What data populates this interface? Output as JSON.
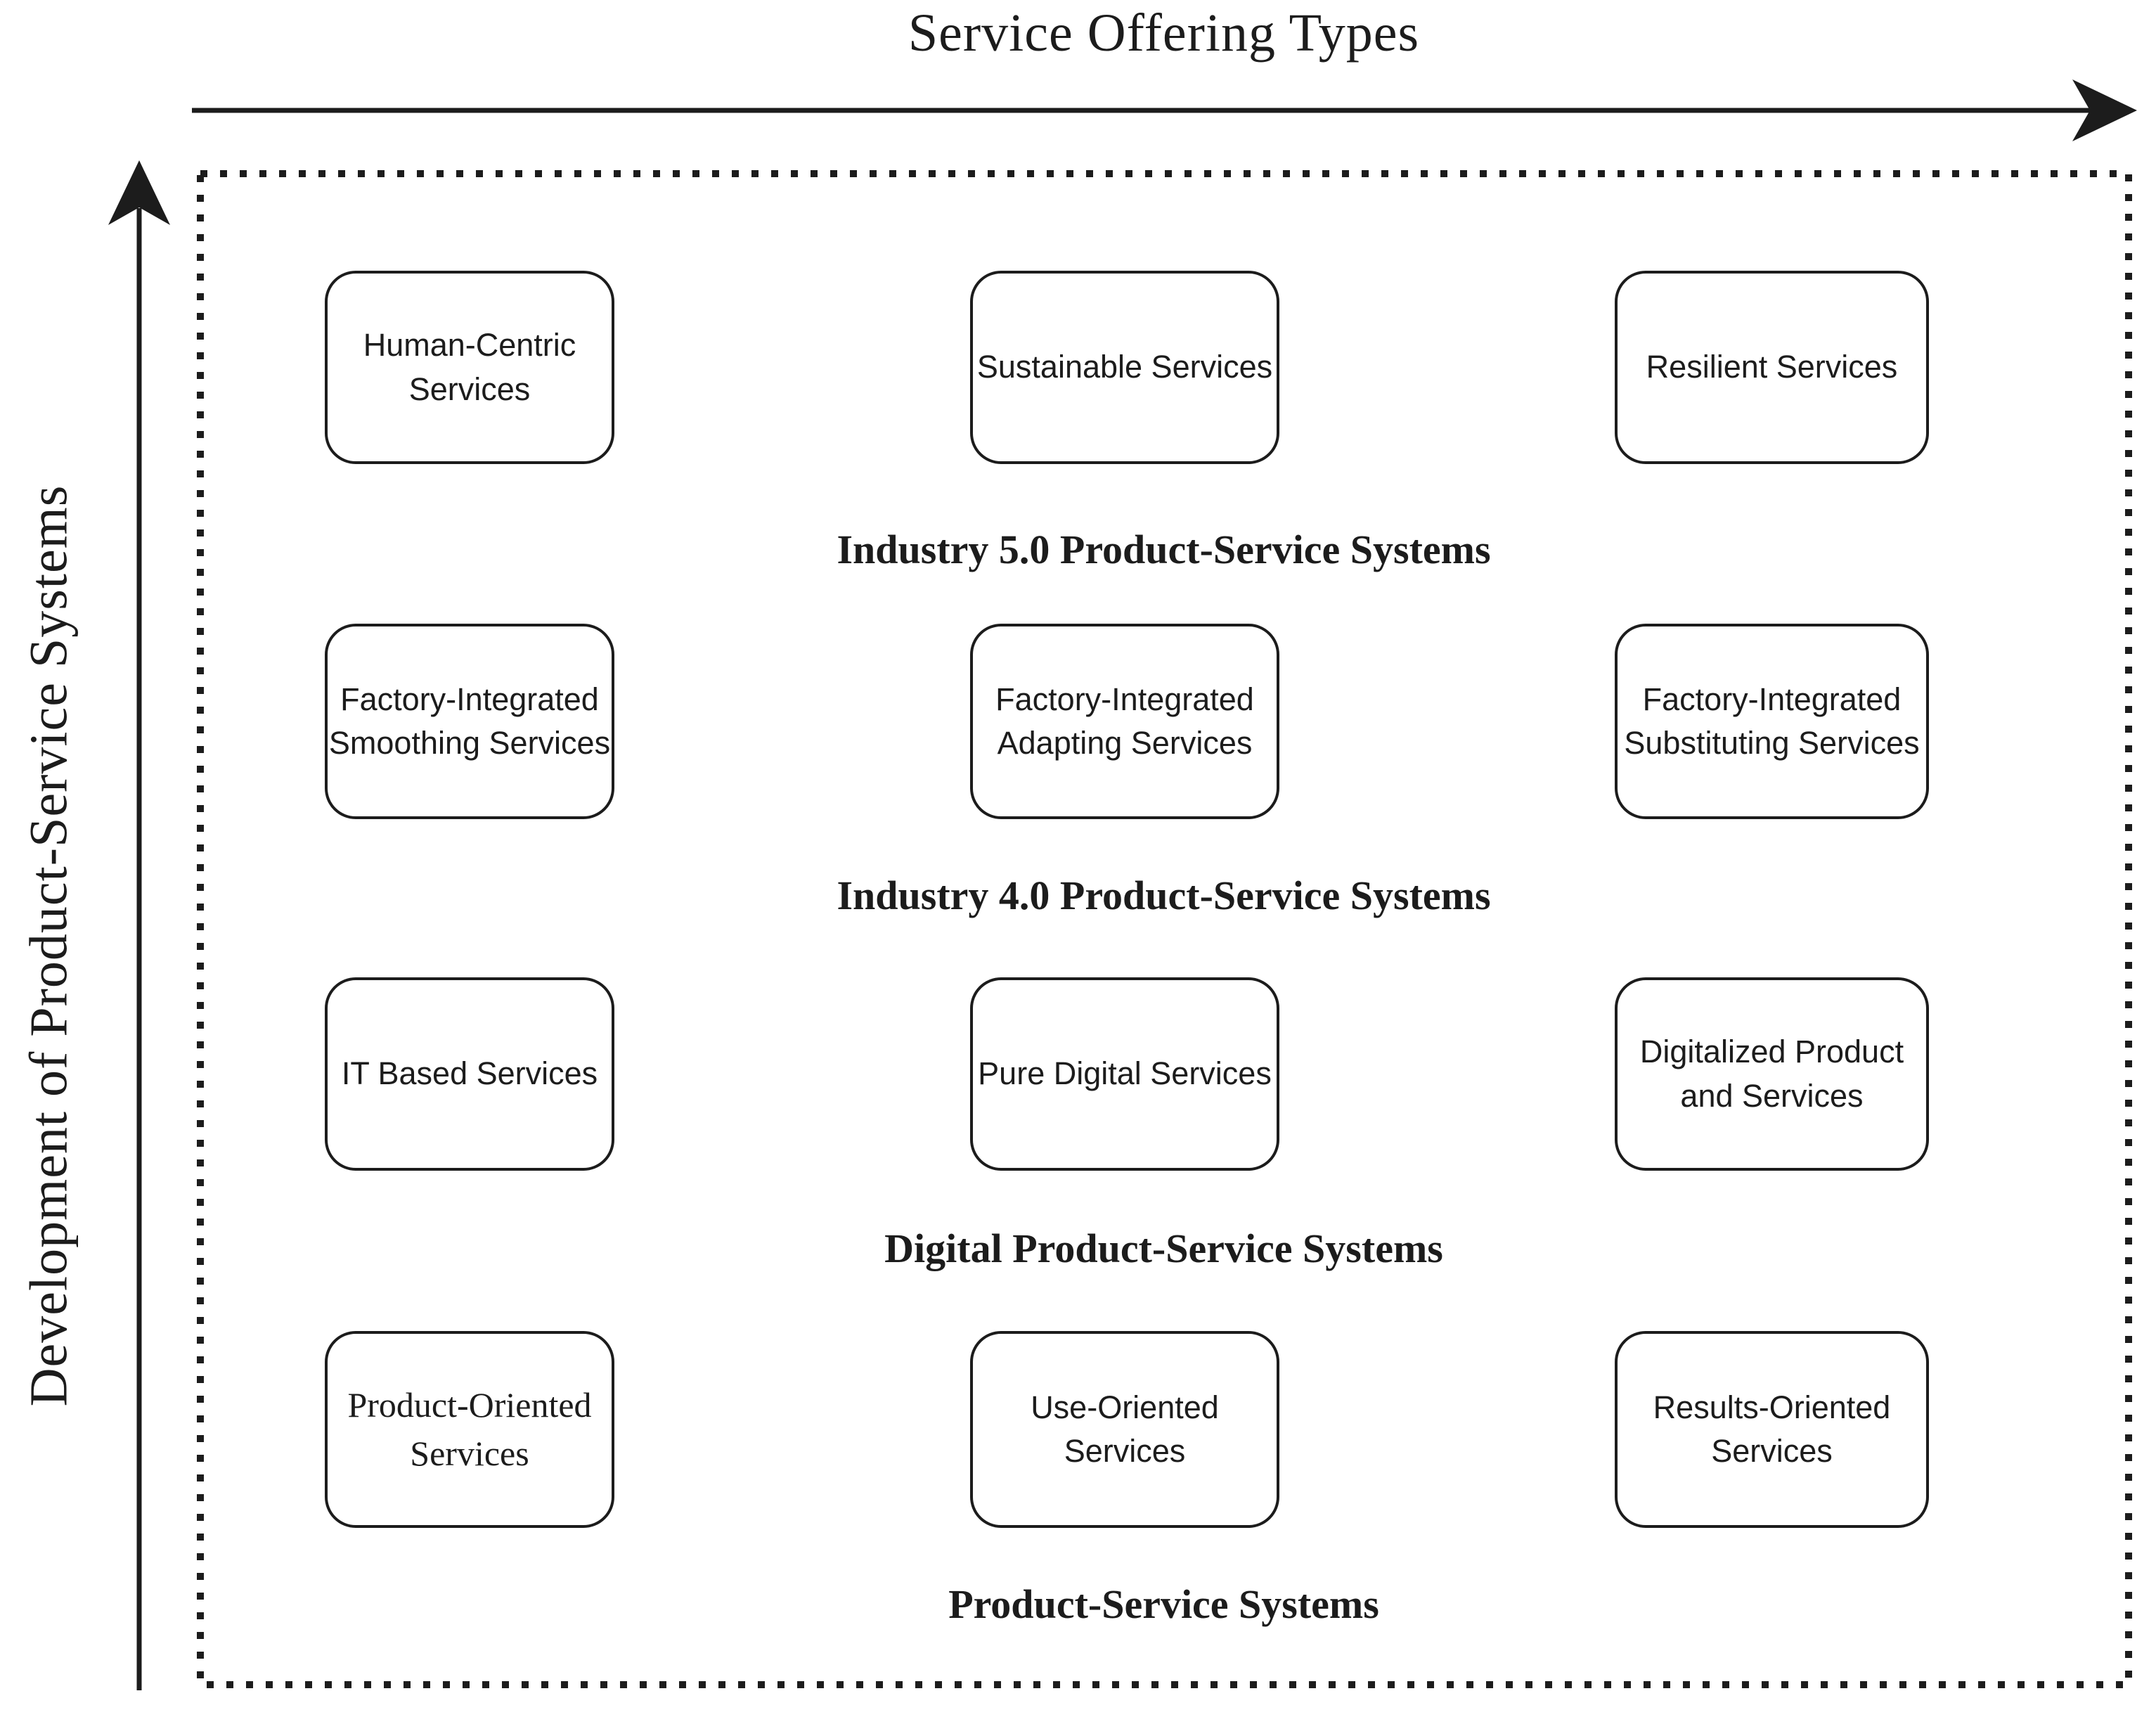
{
  "title": "Service Offering Types",
  "y_axis_label": "Development of Product-Service Systems",
  "rows": [
    {
      "label": "Industry 5.0 Product-Service Systems",
      "boxes": [
        "Human-Centric\nServices",
        "Sustainable Services",
        "Resilient Services"
      ]
    },
    {
      "label": "Industry 4.0 Product-Service Systems",
      "boxes": [
        "Factory-Integrated\nSmoothing Services",
        "Factory-Integrated\nAdapting Services",
        "Factory-Integrated\nSubstituting Services"
      ]
    },
    {
      "label": "Digital Product-Service Systems",
      "boxes": [
        "IT Based Services",
        "Pure Digital Services",
        "Digitalized Product\nand Services"
      ]
    },
    {
      "label": "Product-Service Systems",
      "boxes": [
        "Product-Oriented\nServices",
        "Use-Oriented\nServices",
        "Results-Oriented\nServices"
      ]
    }
  ],
  "colors": {
    "ink": "#1c1c1c",
    "background": "#ffffff"
  }
}
